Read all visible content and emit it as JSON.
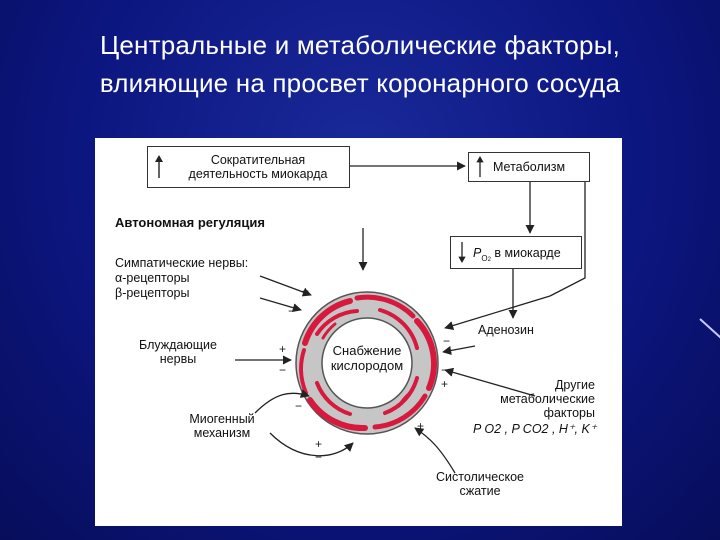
{
  "title": {
    "line1": "Центральные  и метаболические факторы,",
    "line2": "влияющие на просвет коронарного сосуда"
  },
  "diagram": {
    "myocardial_activity": {
      "line1": "Сократительная",
      "line2": "деятельность миокарда"
    },
    "metabolism": "Метаболизм",
    "po2_myocardium": {
      "symbol": "P",
      "subscript": "O",
      "subscript2": "2",
      "text": "в миокарде"
    },
    "autonomic_regulation": "Автономная регуляция",
    "sympathetic": {
      "line1": "Симпатические нервы:",
      "line2": "α-рецепторы",
      "line3": "β-рецепторы"
    },
    "vagus": {
      "line1": "Блуждающие",
      "line2": "нервы"
    },
    "center": {
      "line1": "Снабжение",
      "line2": "кислородом"
    },
    "adenosine": "Аденозин",
    "other_factors": {
      "line1": "Другие",
      "line2": "метаболические",
      "line3": "факторы",
      "line4": "P O2 , P CO2 , H⁺, K⁺"
    },
    "myogenic": {
      "line1": "Миогенный",
      "line2": "механизм"
    },
    "systolic": {
      "line1": "Систолическое",
      "line2": "сжатие"
    },
    "signs": {
      "plus": "+",
      "minus": "−"
    },
    "colors": {
      "vessel_wall": "#c6c6c6",
      "muscle": "#d7193d",
      "arrows": "#222222"
    }
  }
}
